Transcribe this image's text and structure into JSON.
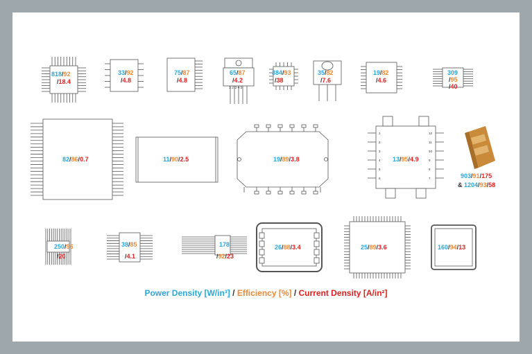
{
  "components": [
    {
      "id": "c1",
      "pd": "818",
      "ef": "92",
      "cd": "18.4"
    },
    {
      "id": "c2",
      "pd": "33",
      "ef": "92",
      "cd": "4.8"
    },
    {
      "id": "c3",
      "pd": "75",
      "ef": "87",
      "cd": "4.8"
    },
    {
      "id": "c4",
      "pd": "65",
      "ef": "87",
      "cd": "4.2"
    },
    {
      "id": "c5",
      "pd": "384",
      "ef": "93",
      "cd": "38"
    },
    {
      "id": "c6",
      "pd": "35",
      "ef": "82",
      "cd": "7.6"
    },
    {
      "id": "c7",
      "pd": "19",
      "ef": "82",
      "cd": "4.6"
    },
    {
      "id": "c8",
      "pd": "309",
      "ef": "95",
      "cd": "40"
    },
    {
      "id": "c9",
      "pd": "82",
      "ef": "86",
      "cd": "0.7"
    },
    {
      "id": "c10",
      "pd": "11",
      "ef": "90",
      "cd": "2.5"
    },
    {
      "id": "c11",
      "pd": "19",
      "ef": "89",
      "cd": "3.8"
    },
    {
      "id": "c12",
      "pd": "13",
      "ef": "95",
      "cd": "4.9"
    },
    {
      "id": "c13",
      "pd": "903",
      "ef": "91",
      "cd": "175",
      "pd2": "1204",
      "ef2": "93",
      "cd2": "58",
      "amp": "&"
    },
    {
      "id": "c14",
      "pd": "250",
      "ef": "96",
      "cd": "20"
    },
    {
      "id": "c15",
      "pd": "38",
      "ef": "85",
      "cd": "4.1"
    },
    {
      "id": "c16",
      "pd": "178",
      "ef": "92",
      "cd": "23"
    },
    {
      "id": "c17",
      "pd": "26",
      "ef": "88",
      "cd": "3.4"
    },
    {
      "id": "c18",
      "pd": "25",
      "ef": "89",
      "cd": "3.6"
    },
    {
      "id": "c19",
      "pd": "160",
      "ef": "94",
      "cd": "13"
    }
  ],
  "pin_numbers": {
    "c4": "1 2 3 4 5",
    "c12_left": [
      "1",
      "2",
      "3",
      "4",
      "5",
      "6"
    ],
    "c12_right": [
      "12",
      "11",
      "10",
      "9",
      "8",
      "7"
    ]
  },
  "legend": {
    "power": "Power Density [W/in³]",
    "sep": " / ",
    "efficiency": "Efficiency [%]",
    "current": "Current Density [A/in²]"
  }
}
